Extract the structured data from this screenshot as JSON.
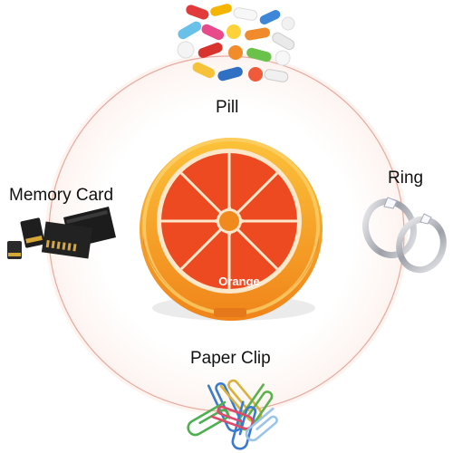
{
  "product": {
    "brand_label": "Orange"
  },
  "uses": {
    "top": "Pill",
    "left": "Memory Card",
    "right": "Ring",
    "bottom": "Paper Clip"
  },
  "colors": {
    "ring_line": "#e6a9a0",
    "case_outer": "#f29a1b",
    "case_rim": "#fbd06a",
    "fruit_flesh": "#ee4a22",
    "fruit_pith": "#fbe7c9",
    "fruit_center": "#f08a1f"
  }
}
